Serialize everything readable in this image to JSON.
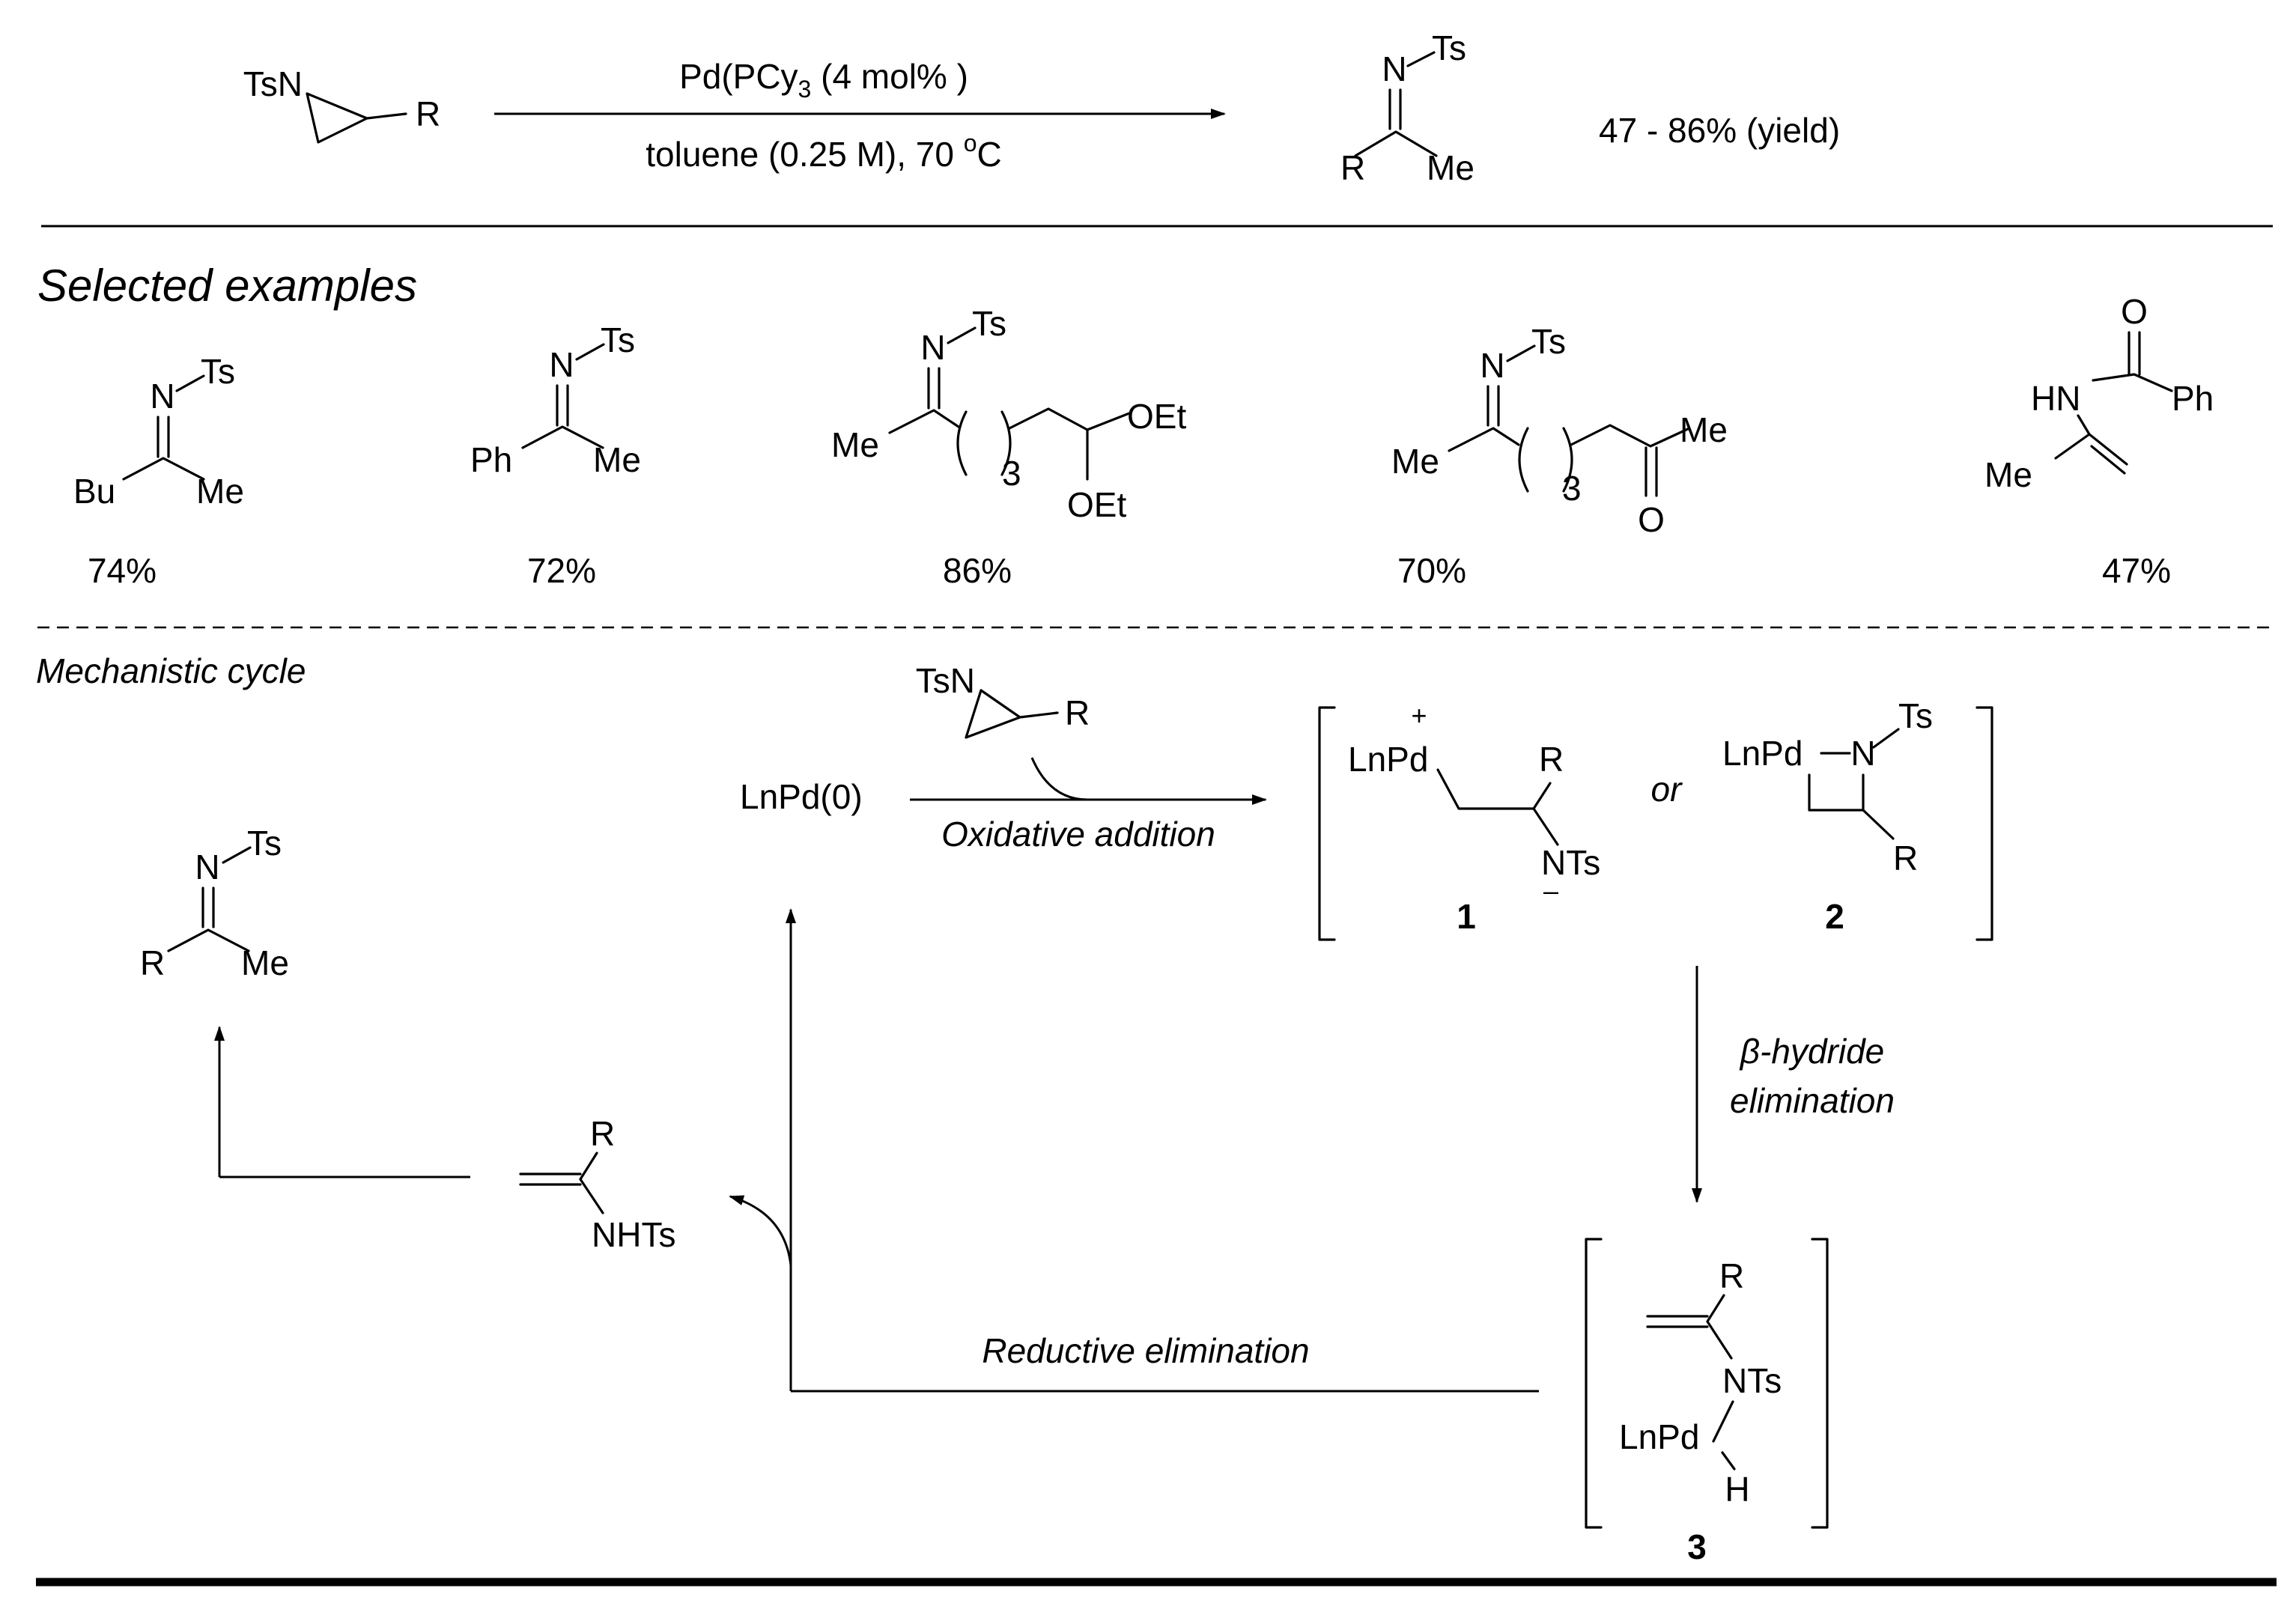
{
  "colors": {
    "heading": "#7f1d1d",
    "ink": "#000000"
  },
  "reaction": {
    "reactant_ts": "TsN",
    "reactant_r": "R",
    "conditions_top_main": "Pd(PCy",
    "conditions_top_sub": "3",
    "conditions_top_rest": " (4 mol% )",
    "conditions_bottom_main": "toluene (0.25 M), 70 ",
    "conditions_bottom_sup": "o",
    "conditions_bottom_rest": "C",
    "product_n": "N",
    "product_ts": "Ts",
    "product_r": "R",
    "product_me": "Me",
    "yield_range": "47 - 86% (yield)"
  },
  "examples": {
    "heading": "Selected examples",
    "items": [
      {
        "n": "N",
        "ts": "Ts",
        "left": "Bu",
        "right": "Me",
        "yield": "74%"
      },
      {
        "n": "N",
        "ts": "Ts",
        "left": "Ph",
        "right": "Me",
        "yield": "72%"
      },
      {
        "n": "N",
        "ts": "Ts",
        "me": "Me",
        "sub": "3",
        "oet1": "OEt",
        "oet2": "OEt",
        "yield": "86%"
      },
      {
        "n": "N",
        "ts": "Ts",
        "me": "Me",
        "sub": "3",
        "me2": "Me",
        "o": "O",
        "yield": "70%"
      },
      {
        "o": "O",
        "hn": "HN",
        "ph": "Ph",
        "me": "Me",
        "yield": "47%"
      }
    ]
  },
  "cycle": {
    "heading": "Mechanistic cycle",
    "catalyst": "LnPd(0)",
    "aziridine_ts": "TsN",
    "aziridine_r": "R",
    "step_oxidative": "Oxidative addition",
    "int1": {
      "plus": "+",
      "lnpd": "LnPd",
      "r": "R",
      "nts": "NTs",
      "minus": "–",
      "label": "1"
    },
    "or_text": "or",
    "int2": {
      "lnpd": "LnPd",
      "n": "N",
      "ts": "Ts",
      "r": "R",
      "label": "2"
    },
    "step_beta_1": "β-hydride",
    "step_beta_2": "elimination",
    "int3": {
      "r": "R",
      "nts": "NTs",
      "lnpd": "LnPd",
      "h": "H",
      "label": "3"
    },
    "step_reductive": "Reductive elimination",
    "enamine": {
      "r": "R",
      "nhts": "NHTs"
    },
    "product": {
      "n": "N",
      "ts": "Ts",
      "r": "R",
      "me": "Me"
    }
  }
}
